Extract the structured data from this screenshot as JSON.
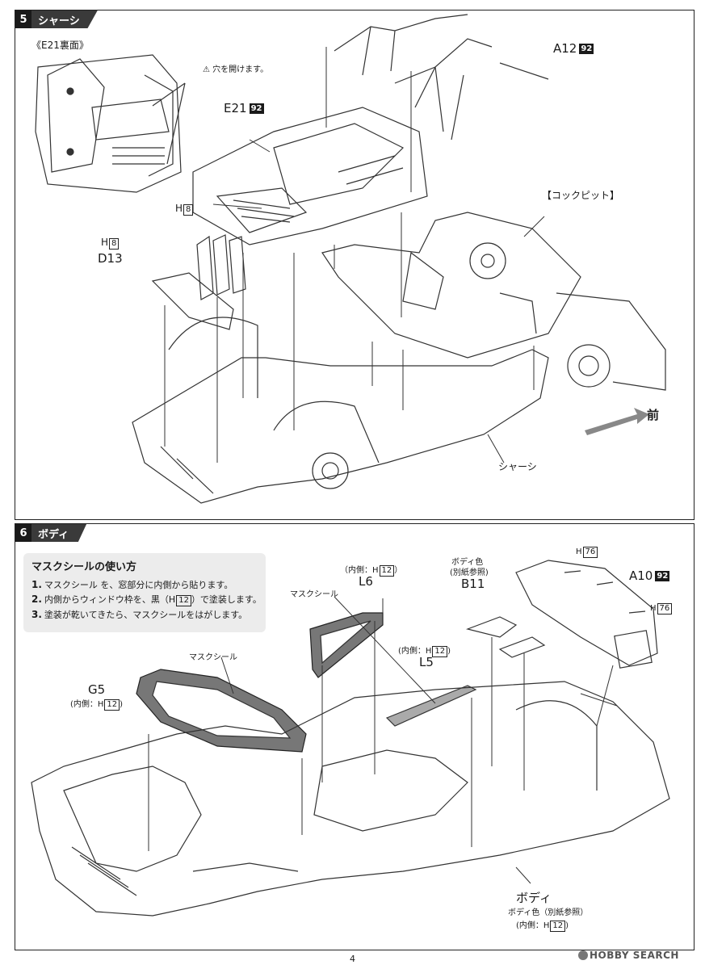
{
  "step5": {
    "number": "5",
    "title": "シャーシ",
    "e21_back_label": "《E21裏面》",
    "warning_text": "穴を開けます。",
    "a12": {
      "label": "A12",
      "code": "92"
    },
    "e21": {
      "label": "E21",
      "code": "92"
    },
    "h8_a": {
      "prefix": "H",
      "num": "8"
    },
    "h8_b": {
      "prefix": "H",
      "num": "8"
    },
    "d13_label": "D13",
    "cockpit_label": "【コックピット】",
    "chassis_label": "シャーシ",
    "front_label": "前"
  },
  "step6": {
    "number": "6",
    "title": "ボディ",
    "instructions": {
      "title": "マスクシールの使い方",
      "lines": [
        {
          "num": "1.",
          "text": "マスクシール を、窓部分に内側から貼ります。"
        },
        {
          "num": "2.",
          "pre": "内側からウィンドウ枠を、黒（H",
          "box": "12",
          "post": "）で塗装します。"
        },
        {
          "num": "3.",
          "text": "塗装が乾いてきたら、マスクシールをはがします。"
        }
      ]
    },
    "l6": {
      "sub_pre": "（内側：H",
      "sub_box": "12",
      "sub_post": "）",
      "label": "L6"
    },
    "mask_seal_1": "マスクシール",
    "mask_seal_2": "マスクシール",
    "b11": {
      "sub1": "ボディ色",
      "sub2": "(別紙参照)",
      "label": "B11"
    },
    "h76_a": {
      "prefix": "H",
      "num": "76"
    },
    "h76_b": {
      "prefix": "H",
      "num": "76"
    },
    "a10": {
      "label": "A10",
      "code": "92"
    },
    "l5": {
      "sub_pre": "(内側：H",
      "sub_box": "12",
      "sub_post": ")",
      "label": "L5"
    },
    "g5": {
      "label": "G5",
      "sub_pre": "(内側：H",
      "sub_box": "12",
      "sub_post": ")"
    },
    "body": {
      "label": "ボディ",
      "sub1": "ボディ色（別紙参照）",
      "sub_pre": "(内側：H",
      "sub_box": "12",
      "sub_post": ")"
    }
  },
  "page_number": "4",
  "watermark": "HOBBY SEARCH"
}
